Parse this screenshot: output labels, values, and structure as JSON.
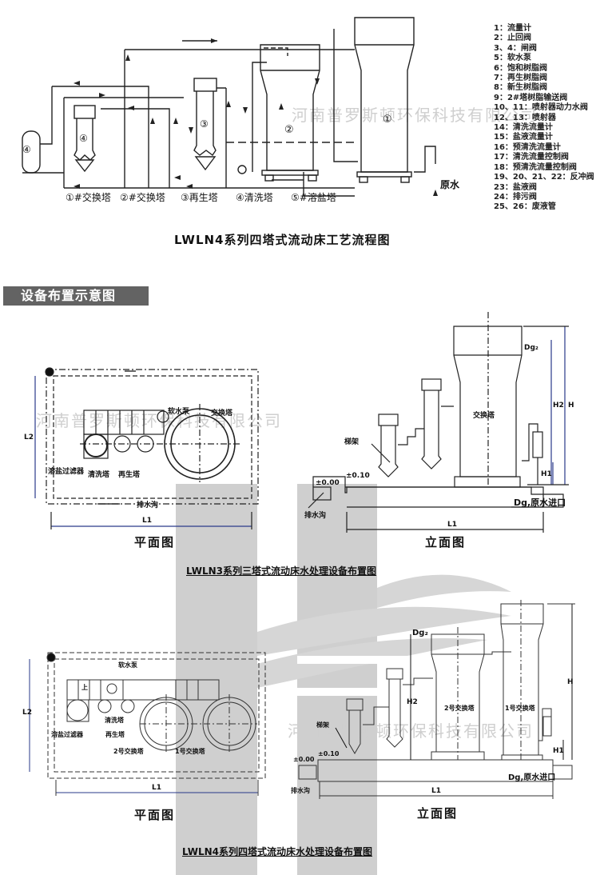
{
  "flow_diagram": {
    "title": "LWLN4系列四塔式流动床工艺流程图",
    "tower_labels": [
      "①#交换塔",
      "②#交换塔",
      "③再生塔",
      "④清洗塔",
      "⑤#溶盐塔"
    ],
    "vessel_marks": [
      "①",
      "②",
      "③",
      "④",
      "④"
    ],
    "valve_numbers": [
      "1",
      "2",
      "3",
      "4",
      "5",
      "6",
      "7",
      "8",
      "9",
      "10",
      "11",
      "12",
      "13",
      "14",
      "15",
      "16",
      "17",
      "18",
      "19",
      "20",
      "21",
      "22",
      "23",
      "24",
      "26"
    ],
    "raw_water_label": "原水",
    "legend": [
      "1：流量计",
      "2：止回阀",
      "3、4：闸阀",
      "5：软水泵",
      "6：饱和树脂阀",
      "7：再生树脂阀",
      "8：新生树脂阀",
      "9：2#塔树脂输送阀",
      "10、11：喷射器动力水阀",
      "12、13：喷射器",
      "14：清洗流量计",
      "15：盐液流量计",
      "16：预清洗流量计",
      "17：清洗流量控制阀",
      "18：预清洗流量控制阀",
      "19、20、21、22：反冲阀",
      "23：盐液阀",
      "24：排污阀",
      "25、26：废液管"
    ]
  },
  "section_header": "设备布置示意图",
  "lwln3": {
    "title": "LWLN3系列三塔式流动床水处理设备布置图",
    "plan": {
      "caption": "平面图",
      "labels": {
        "pump": "软水泵",
        "exchange": "交换塔",
        "filter": "溶盐过滤器",
        "wash": "清洗塔",
        "regen": "再生塔",
        "drain": "排水沟",
        "l1": "L1",
        "l2": "L2"
      }
    },
    "elevation": {
      "caption": "立面图",
      "labels": {
        "exchange": "交换塔",
        "ladder": "梯架",
        "drain": "排水沟",
        "lvl0": "±0.00",
        "lvl1": "±0.10",
        "dg2": "Dg₂",
        "inlet": "Dg,原水进口",
        "h": "H",
        "h1": "H1",
        "h2": "H2",
        "l1": "L1"
      }
    }
  },
  "lwln4": {
    "title": "LWLN4系列四塔式流动床水处理设备布置图",
    "plan": {
      "caption": "平面图",
      "labels": {
        "pump": "软水泵",
        "up": "上",
        "filter": "溶盐过滤器",
        "wash": "清洗塔",
        "regen": "再生塔",
        "ex2": "2号交换塔",
        "ex1": "1号交换塔",
        "l1": "L1",
        "l2": "L2"
      }
    },
    "elevation": {
      "caption": "立面图",
      "labels": {
        "ex2": "2号交换塔",
        "ex1": "1号交换塔",
        "ladder": "梯架",
        "drain": "排水沟",
        "lvl0": "±0.00",
        "lvl1": "±0.10",
        "dg2": "Dg₂",
        "inlet": "Dg,原水进口",
        "h": "H",
        "h1": "H1",
        "h2": "H2",
        "l1": "L1"
      }
    }
  },
  "watermark": "河南普罗斯顿环保科技有限公司"
}
